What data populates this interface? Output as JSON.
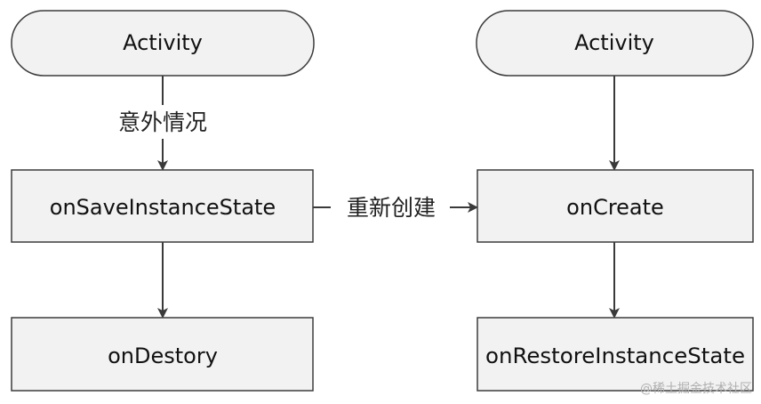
{
  "nodes": {
    "left_activity": "Activity",
    "right_activity": "Activity",
    "on_save_instance_state": "onSaveInstanceState",
    "on_destory": "onDestory",
    "on_create": "onCreate",
    "on_restore_instance_state": "onRestoreInstanceState"
  },
  "edges": {
    "unexpected": "意外情况",
    "recreate": "重新创建"
  },
  "watermark": "@稀土掘金技术社区",
  "colors": {
    "box_fill": "#f2f2f2",
    "box_stroke": "#3c3c3c",
    "arrow": "#3a3a3a"
  }
}
